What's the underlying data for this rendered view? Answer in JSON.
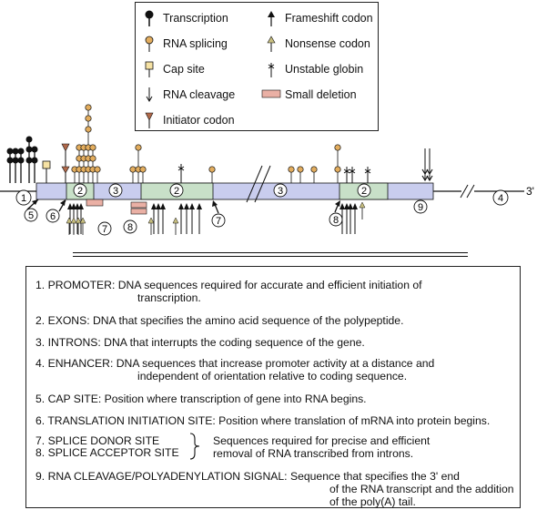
{
  "legend": {
    "left_items": [
      {
        "icon": "transcription-icon",
        "label": "Transcription"
      },
      {
        "icon": "rna-splicing-icon",
        "label": "RNA splicing"
      },
      {
        "icon": "cap-site-icon",
        "label": "Cap site"
      },
      {
        "icon": "rna-cleavage-icon",
        "label": "RNA cleavage"
      },
      {
        "icon": "initiator-codon-icon",
        "label": "Initiator codon"
      }
    ],
    "right_items": [
      {
        "icon": "frameshift-codon-icon",
        "label": "Frameshift codon"
      },
      {
        "icon": "nonsense-codon-icon",
        "label": "Nonsense codon"
      },
      {
        "icon": "unstable-globin-icon",
        "label": "Unstable globin"
      },
      {
        "icon": "small-deletion-icon",
        "label": "Small deletion"
      }
    ]
  },
  "colors": {
    "intron": "#c9cdee",
    "exon": "#c8e0c8",
    "splicing": "#e3ad5e",
    "nonsense": "#c8bf80",
    "deletion": "#eab0a5",
    "initiator": "#b0694a",
    "cap": "#f6e2a4"
  },
  "gene": {
    "three_prime": "3'",
    "region_labels": [
      "1",
      "2",
      "3",
      "2",
      "3",
      "2",
      "9",
      "4"
    ],
    "arrow_labels": [
      "5",
      "6",
      "7",
      "8",
      "7",
      "8"
    ]
  },
  "definitions": [
    {
      "num": "1.",
      "lines": [
        "PROMOTER: DNA sequences required for accurate and efficient initiation of",
        "transcription."
      ]
    },
    {
      "num": "2.",
      "lines": [
        "EXONS:  DNA that specifies the amino acid sequence of the polypeptide."
      ]
    },
    {
      "num": "3.",
      "lines": [
        "INTRONS:  DNA that interrupts the coding sequence of the gene."
      ]
    },
    {
      "num": "4.",
      "lines": [
        "ENHANCER:  DNA sequences that increase promoter activity at a distance and",
        "independent of orientation relative to coding sequence."
      ]
    },
    {
      "num": "5.",
      "lines": [
        "CAP SITE:  Position where transcription of gene into RNA begins."
      ]
    },
    {
      "num": "6.",
      "lines": [
        "TRANSLATION INITIATION SITE:  Position where translation of mRNA into protein begins."
      ]
    },
    {
      "num": "7.",
      "lines": [
        "SPLICE DONOR SITE"
      ]
    },
    {
      "num": "8.",
      "lines": [
        "SPLICE ACCEPTOR SITE"
      ]
    },
    {
      "num": "",
      "lines": [
        "Sequences required for precise and efficient",
        "removal of RNA transcribed from introns."
      ]
    },
    {
      "num": "9.",
      "lines": [
        "RNA CLEAVAGE/POLYADENYLATION SIGNAL:  Sequence that specifies the 3' end",
        "of the RNA transcript and the addition",
        "of the poly(A) tail."
      ]
    }
  ]
}
